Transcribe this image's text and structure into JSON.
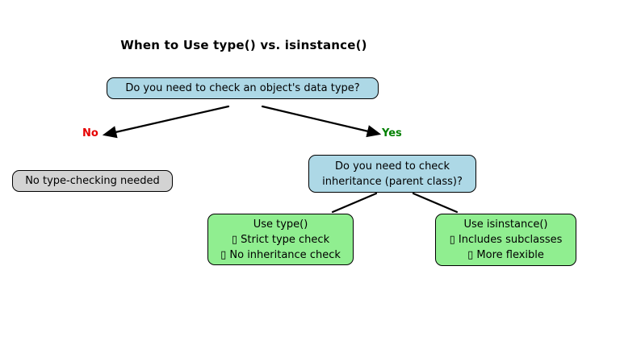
{
  "title": "When to Use type() vs. isinstance()",
  "root": {
    "question": "Do you need to check an object's data type?"
  },
  "branch_no": {
    "label": "No",
    "result": "No type-checking needed"
  },
  "branch_yes": {
    "label": "Yes",
    "question_line1": "Do you need to check",
    "question_line2": "inheritance (parent class)?"
  },
  "use_type": {
    "heading": "Use type()",
    "point1": "▯ Strict type check",
    "point2": "▯ No inheritance check"
  },
  "use_isinstance": {
    "heading": "Use isinstance()",
    "point1": "▯ Includes subclasses",
    "point2": "▯ More flexible"
  },
  "colors": {
    "question_fill": "#add8e6",
    "result_fill": "#d3d3d3",
    "recommend_fill": "#90ee90",
    "border": "#000000",
    "edge": "#000000",
    "no_label": "#e60000",
    "yes_label": "#008000"
  }
}
